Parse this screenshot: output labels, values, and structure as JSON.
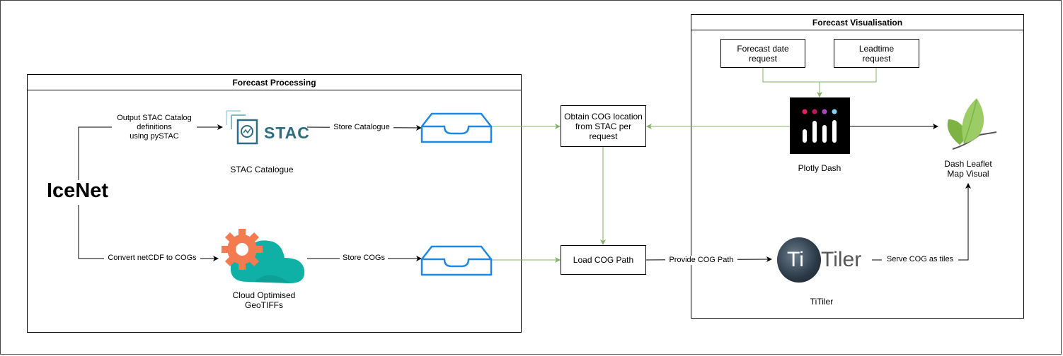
{
  "source_label": "IceNet",
  "groups": {
    "processing": {
      "title": "Forecast Processing"
    },
    "visualisation": {
      "title": "Forecast Visualisation"
    }
  },
  "nodes": {
    "stac_logo_text": "STAC",
    "stac_catalogue": "STAC Catalogue",
    "cog": "Cloud Optimised\nGeoTIFFs",
    "obtain_cog": "Obtain COG location\nfrom STAC per\nrequest",
    "load_cog": "Load COG Path",
    "forecast_date": "Forecast date\nrequest",
    "leadtime": "Leadtime\nrequest",
    "plotly_dash": "Plotly Dash",
    "dash_leaflet": "Dash Leaflet\nMap Visual",
    "titiler_logo_ti": "Ti",
    "titiler_logo_text": "Tiler",
    "titiler": "TiTiler"
  },
  "edges": {
    "output_stac": "Output STAC Catalog\ndefinitions\nusing pySTAC",
    "convert": "Convert netCDF to COGs",
    "store_catalogue": "Store Catalogue",
    "store_cogs": "Store COGs",
    "provide_cog": "Provide COG Path",
    "serve_cog": "Serve COG as tiles"
  },
  "colors": {
    "green_edge": "#82b366",
    "storage_blue": "#1e88e5",
    "cog_orange": "#f47a4f",
    "cog_teal": "#0fb0a6",
    "stac_teal": "#2c6d82",
    "dash_bg": "#000000",
    "leaf_green": "#8bc34a"
  },
  "icons": [
    "stac-logo",
    "storage-tray-icon",
    "cog-gear-cloud-icon",
    "plotly-dash-icon",
    "leaf-icon",
    "titiler-logo"
  ]
}
